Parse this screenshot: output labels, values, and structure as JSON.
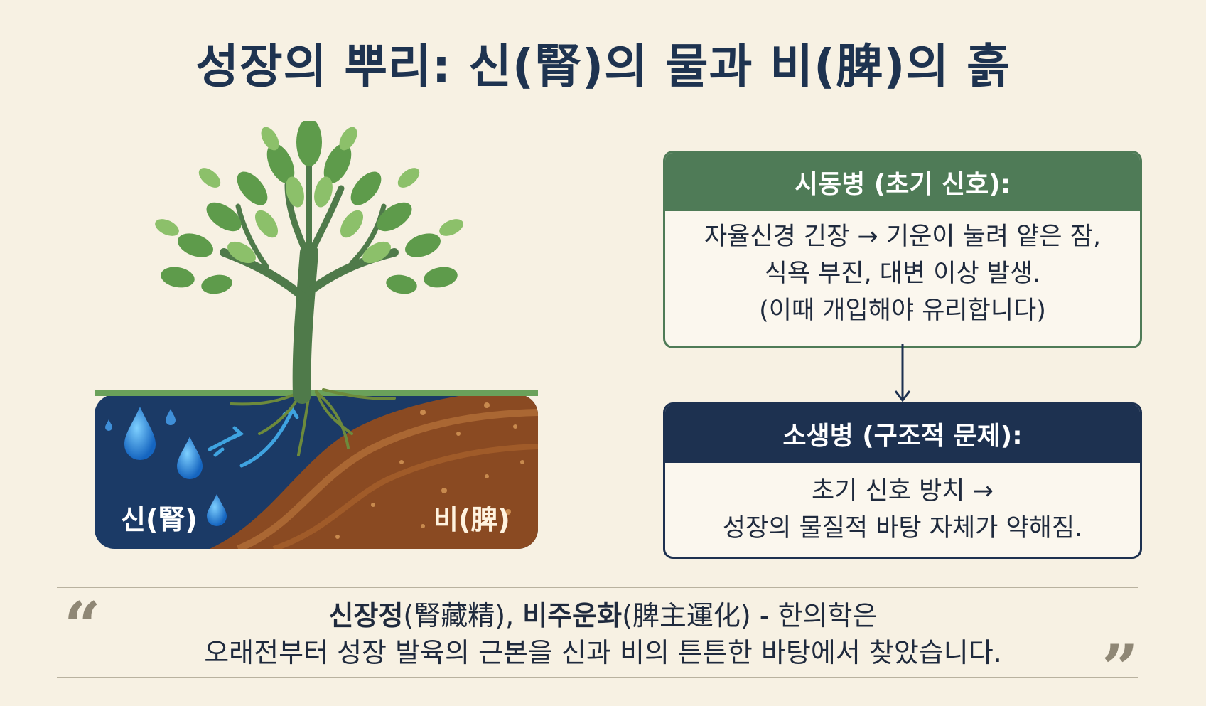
{
  "title": "성장의 뿌리: 신(腎)의 물과 비(脾)의 흙",
  "illustration": {
    "label_kidney": "신(腎)",
    "label_spleen": "비(脾)"
  },
  "stages": [
    {
      "heading": "시동병 (초기 신호):",
      "lines": [
        "자율신경 긴장 → 기운이 눌려 얕은 잠,",
        "식욕 부진, 대변 이상 발생.",
        "(이때 개입해야 유리합니다)"
      ]
    },
    {
      "heading": "소생병 (구조적 문제):",
      "lines": [
        "초기 신호 방치 →",
        "성장의 물질적 바탕 자체가 약해짐."
      ]
    }
  ],
  "quote": {
    "open_mark": "“",
    "close_mark": "”",
    "term1": "신장정",
    "term1_hanja": "(腎藏精), ",
    "term2": "비주운화",
    "term2_hanja": "(脾主運化) - 한의학은",
    "line2": "오래전부터 성장 발육의 근본을 신과 비의 튼튼한 바탕에서 찾았습니다."
  },
  "colors": {
    "background": "#f7f1e3",
    "title": "#1e3350",
    "early_stage": "#4f7b57",
    "late_stage": "#1d3150",
    "water": "#1b3a66",
    "soil": "#8a4a22"
  }
}
